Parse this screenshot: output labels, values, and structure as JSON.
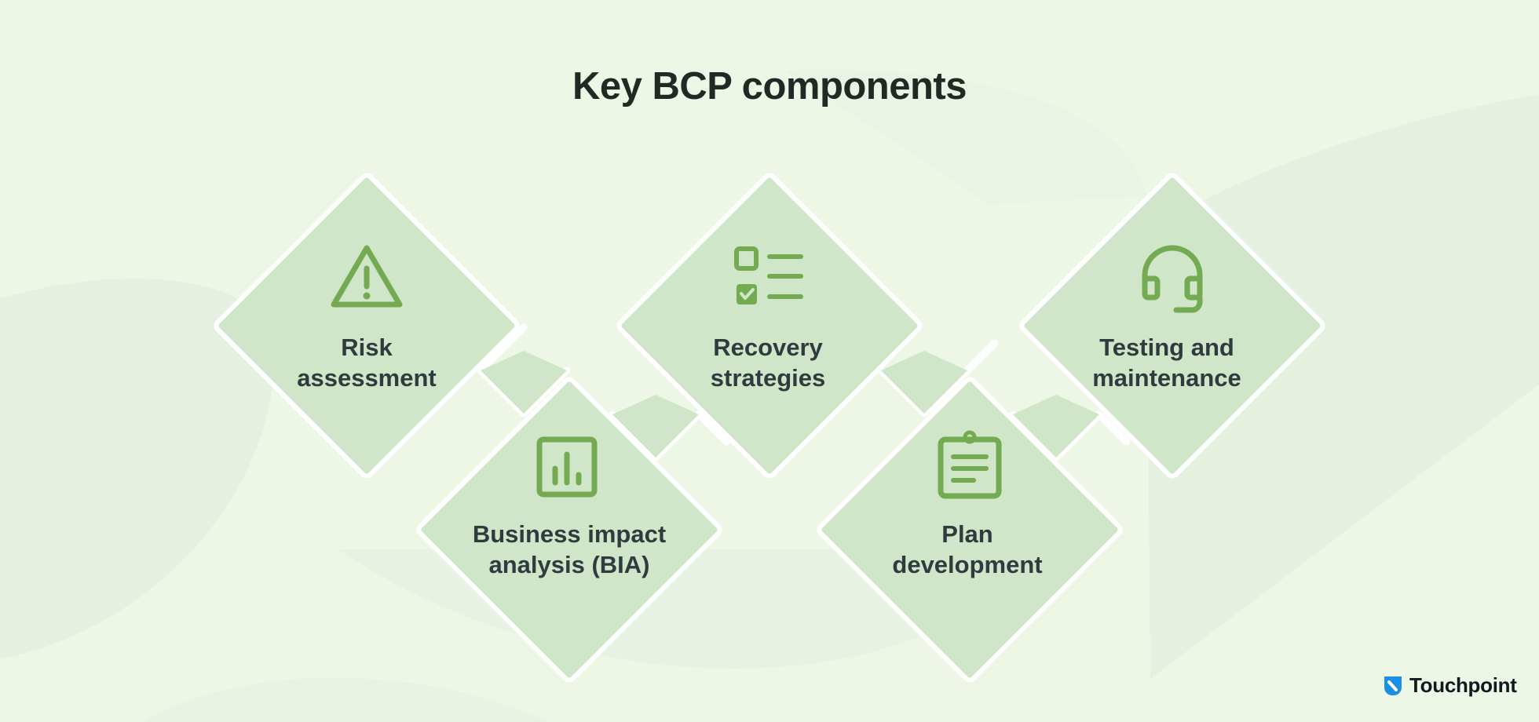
{
  "title": "Key BCP components",
  "components": [
    {
      "label_lines": [
        "Risk",
        "assessment"
      ],
      "icon": "warning-triangle-icon"
    },
    {
      "label_lines": [
        "Business impact",
        "analysis (BIA)"
      ],
      "icon": "bar-chart-icon"
    },
    {
      "label_lines": [
        "Recovery",
        "strategies"
      ],
      "icon": "checklist-icon"
    },
    {
      "label_lines": [
        "Plan",
        "development"
      ],
      "icon": "clipboard-icon"
    },
    {
      "label_lines": [
        "Testing and",
        "maintenance"
      ],
      "icon": "headset-icon"
    }
  ],
  "brand": {
    "name": "Touchpoint",
    "icon": "touchpoint-logo-icon"
  },
  "colors": {
    "background": "#eef6e6",
    "tile_fill": "#cfe6c8",
    "tile_outline": "#ffffff",
    "icon": "#74ab52",
    "text": "#303b3f",
    "brand_blue": "#1a8fe3"
  }
}
